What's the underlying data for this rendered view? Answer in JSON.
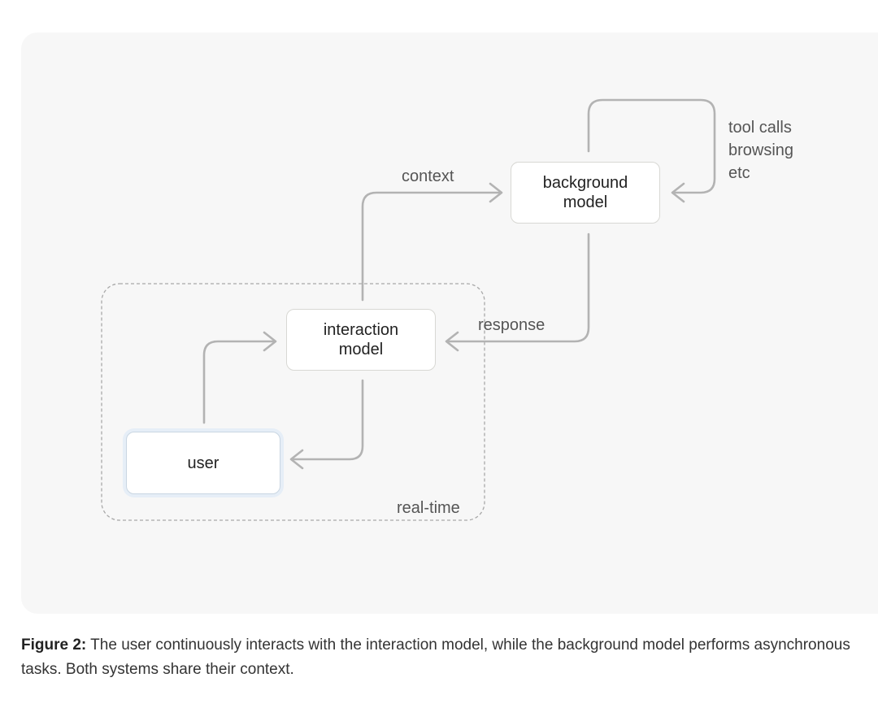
{
  "nodes": {
    "user": "user",
    "interaction": [
      "interaction",
      "model"
    ],
    "background": [
      "background",
      "model"
    ]
  },
  "labels": {
    "context": "context",
    "response": "response",
    "realtime": "real-time",
    "tools": [
      "tool calls",
      "browsing",
      "etc"
    ]
  },
  "caption": {
    "prefix": "Figure 2:",
    "text": " The user continuously interacts with the interaction model, while the background model performs asynchronous tasks. Both systems share their context."
  },
  "colors": {
    "panel": "#f7f7f7",
    "arrow": "#b3b3b3",
    "dashed_border": "#a9a9a9",
    "user_glow": "#e6eef7"
  }
}
